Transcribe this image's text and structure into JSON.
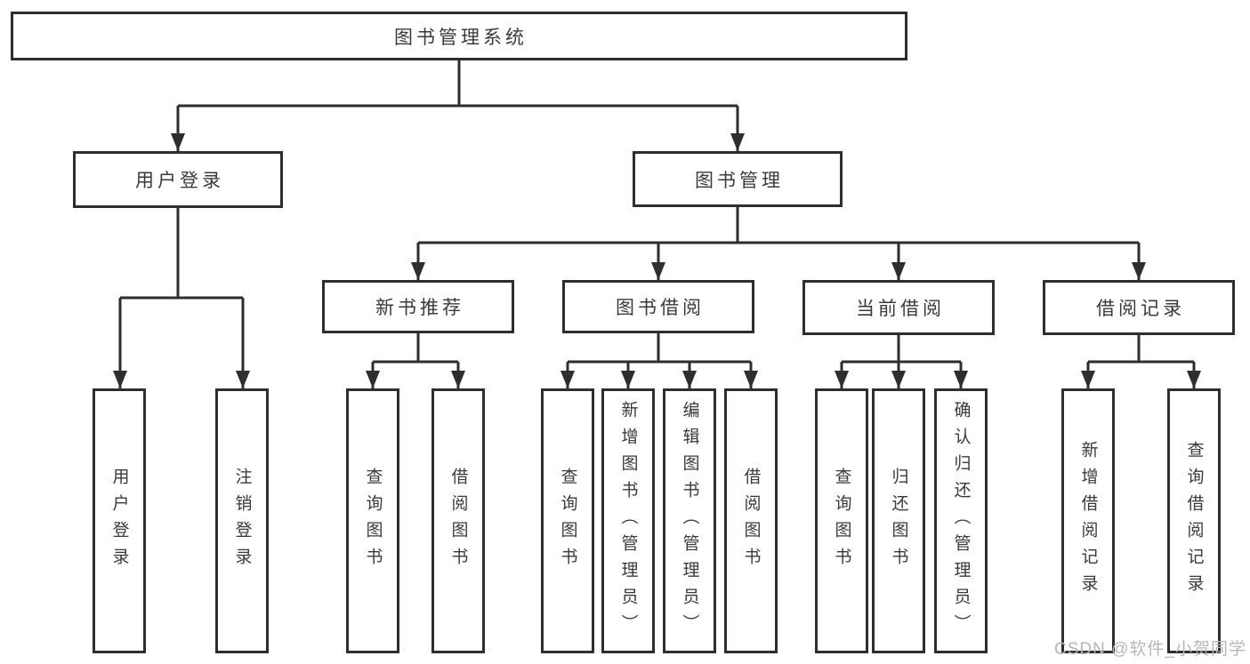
{
  "diagram": {
    "title": "图书管理系统",
    "root": {
      "label": "图书管理系统"
    },
    "level2": [
      {
        "id": "user-login",
        "label": "用户登录"
      },
      {
        "id": "book-management",
        "label": "图书管理"
      }
    ],
    "level3": [
      {
        "id": "new-book-recommend",
        "label": "新书推荐"
      },
      {
        "id": "book-borrowing",
        "label": "图书借阅"
      },
      {
        "id": "current-borrowing",
        "label": "当前借阅"
      },
      {
        "id": "borrowing-records",
        "label": "借阅记录"
      }
    ],
    "leaves": [
      {
        "id": "user-login-leaf",
        "parent": "user-login",
        "label": "用户登录"
      },
      {
        "id": "logout-leaf",
        "parent": "user-login",
        "label": "注销登录"
      },
      {
        "id": "query-books-recommend",
        "parent": "new-book-recommend",
        "label": "查询图书"
      },
      {
        "id": "borrow-books-recommend",
        "parent": "new-book-recommend",
        "label": "借阅图书"
      },
      {
        "id": "query-books-borrowing",
        "parent": "book-borrowing",
        "label": "查询图书"
      },
      {
        "id": "add-books-admin",
        "parent": "book-borrowing",
        "label": "新增图书（管理员）"
      },
      {
        "id": "edit-books-admin",
        "parent": "book-borrowing",
        "label": "编辑图书（管理员）"
      },
      {
        "id": "borrow-books-borrowing",
        "parent": "book-borrowing",
        "label": "借阅图书"
      },
      {
        "id": "query-books-current",
        "parent": "current-borrowing",
        "label": "查询图书"
      },
      {
        "id": "return-books",
        "parent": "current-borrowing",
        "label": "归还图书"
      },
      {
        "id": "confirm-return-admin",
        "parent": "current-borrowing",
        "label": "确认归还（管理员）"
      },
      {
        "id": "add-borrow-record",
        "parent": "borrowing-records",
        "label": "新增借阅记录"
      },
      {
        "id": "query-borrow-record",
        "parent": "borrowing-records",
        "label": "查询借阅记录"
      }
    ],
    "colors": {
      "line": "#2e2e2e",
      "text": "#3a3a3a",
      "background": "#ffffff",
      "watermark": "#b4b7ba"
    },
    "watermark": {
      "text": "CSDN @软件_小贺同学"
    }
  }
}
